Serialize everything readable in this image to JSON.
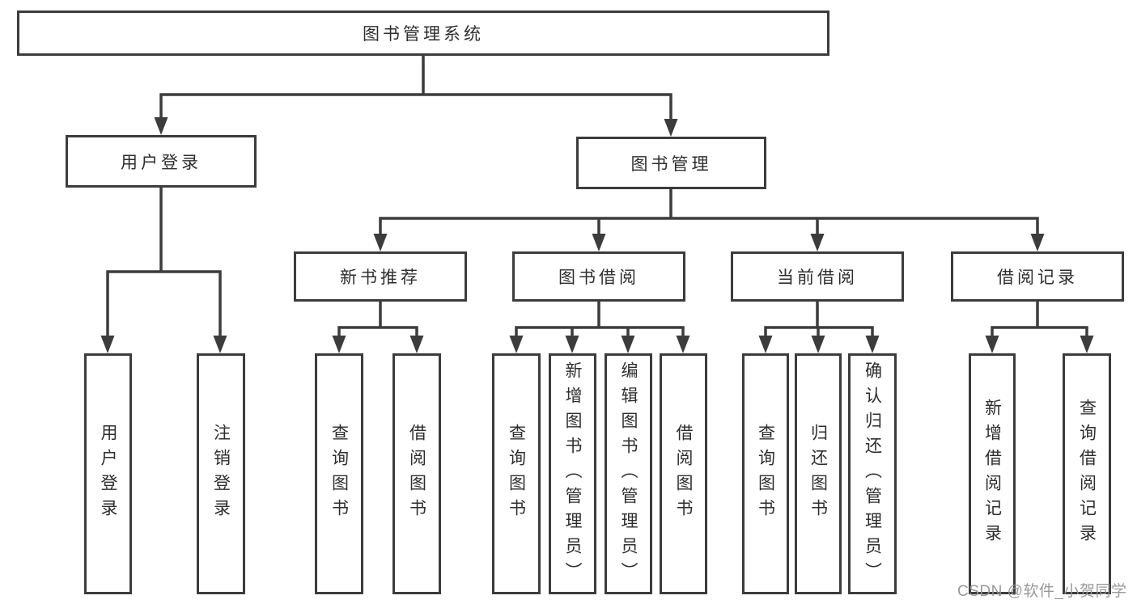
{
  "colors": {
    "line": "#3c3c3c",
    "box_border": "#3c3c3c",
    "text": "#2e2e2e",
    "watermark_gray": "#949494",
    "background": "#ffffff"
  },
  "diagram": {
    "nodes": {
      "root": {
        "label": "图书管理系统"
      },
      "user_login": {
        "label": "用户登录"
      },
      "book_mgmt": {
        "label": "图书管理"
      },
      "new_books": {
        "label": "新书推荐"
      },
      "book_borrow": {
        "label": "图书借阅"
      },
      "current_borrow": {
        "label": "当前借阅"
      },
      "borrow_records": {
        "label": "借阅记录"
      },
      "leaf_user_login": {
        "label": "用户登录"
      },
      "leaf_logout": {
        "label": "注销登录"
      },
      "leaf_query_books_a": {
        "label": "查询图书"
      },
      "leaf_borrow_books_a": {
        "label": "借阅图书"
      },
      "leaf_query_books_b": {
        "label": "查询图书"
      },
      "leaf_add_books": {
        "label": "新增图书（管理员）"
      },
      "leaf_edit_books": {
        "label": "编辑图书（管理员）"
      },
      "leaf_borrow_books_b": {
        "label": "借阅图书"
      },
      "leaf_query_books_c": {
        "label": "查询图书"
      },
      "leaf_return_books": {
        "label": "归还图书"
      },
      "leaf_confirm_return": {
        "label": "确认归还（管理员）"
      },
      "leaf_add_record": {
        "label": "新增借阅记录"
      },
      "leaf_query_record": {
        "label": "查询借阅记录"
      }
    },
    "watermark": "CSDN @软件_小贺同学"
  }
}
